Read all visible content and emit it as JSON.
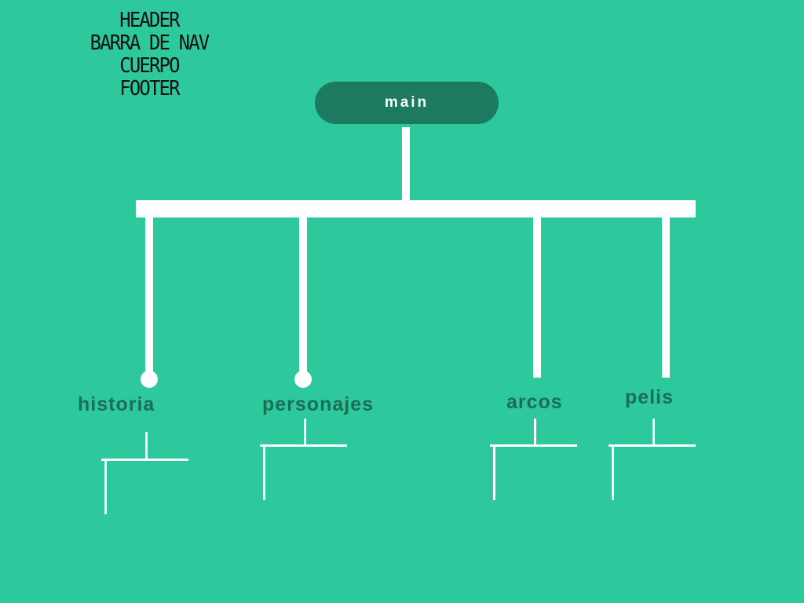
{
  "colors": {
    "background": "#2dc99d",
    "node_fill": "#1b7a5f",
    "lines": "#ffffff",
    "label_text": "#1b6e56",
    "notes_text": "#111111"
  },
  "notes": {
    "lines": [
      "HEADER",
      "BARRA DE NAV",
      "CUERPO",
      "FOOTER"
    ]
  },
  "diagram": {
    "root": {
      "label": "main"
    },
    "children": [
      {
        "id": "historia",
        "label": "historia",
        "end_marker": "dot"
      },
      {
        "id": "personajes",
        "label": "personajes",
        "end_marker": "dot"
      },
      {
        "id": "arcos",
        "label": "arcos",
        "end_marker": "none"
      },
      {
        "id": "pelis",
        "label": "pelis",
        "end_marker": "none"
      }
    ]
  }
}
